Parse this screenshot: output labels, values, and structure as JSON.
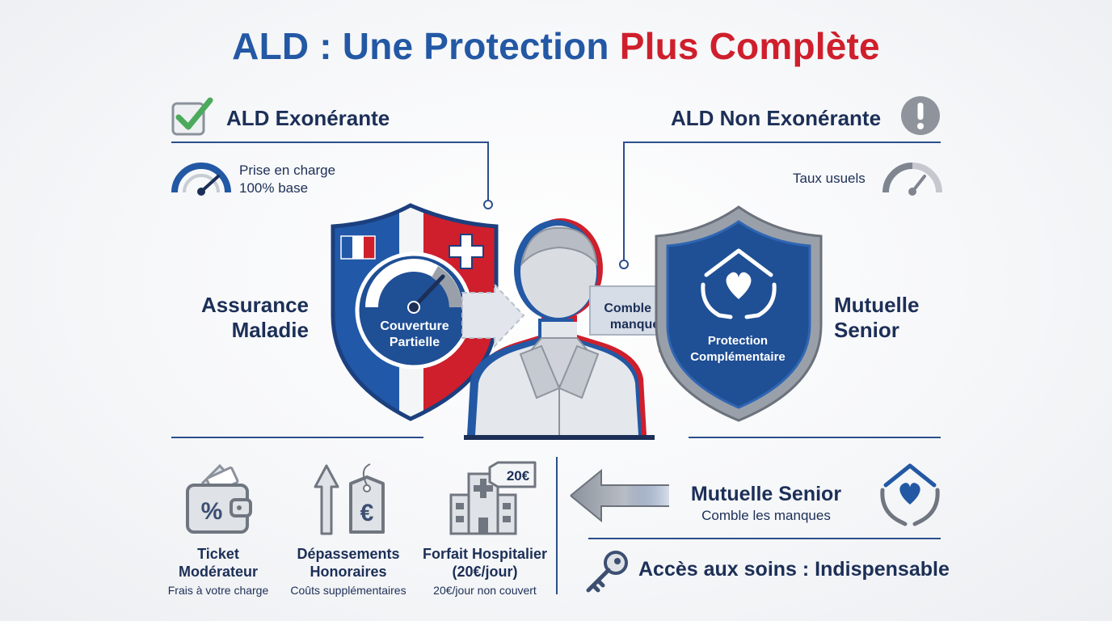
{
  "title": {
    "part1": "ALD : Une Protection",
    "part2": "Plus Complète"
  },
  "left_header": {
    "label": "ALD Exonérante",
    "icon": "check-icon"
  },
  "right_header": {
    "label": "ALD Non Exonérante",
    "icon": "exclamation-icon"
  },
  "left_gauge": {
    "line1": "Prise en charge",
    "line2": "100% base",
    "icon": "gauge-icon"
  },
  "right_gauge": {
    "label": "Taux usuels",
    "icon": "gauge-icon"
  },
  "left_shield": {
    "side_label_1": "Assurance",
    "side_label_2": "Maladie",
    "inner_1": "Couverture",
    "inner_2": "Partielle"
  },
  "arrow_label": {
    "line1": "Comble les",
    "line2": "manques"
  },
  "right_shield": {
    "side_label_1": "Mutuelle",
    "side_label_2": "Senior",
    "inner_1": "Protection",
    "inner_2": "Complémentaire"
  },
  "costs": [
    {
      "title_1": "Ticket",
      "title_2": "Modérateur",
      "sub": "Frais à votre charge",
      "icon": "wallet-percent-icon"
    },
    {
      "title_1": "Dépassements",
      "title_2": "Honoraires",
      "sub": "Coûts supplémentaires",
      "icon": "price-tag-euro-icon"
    },
    {
      "title_1": "Forfait Hospitalier",
      "title_2": "(20€/jour)",
      "sub": "20€/jour non couvert",
      "tag": "20€",
      "icon": "hospital-icon"
    }
  ],
  "mutuelle_box": {
    "title": "Mutuelle Senior",
    "sub": "Comble les manques",
    "icon": "hands-heart-icon"
  },
  "access": {
    "label": "Accès aux soins : Indispensable",
    "icon": "key-icon"
  },
  "colors": {
    "blue": "#2358a4",
    "navy": "#1c2f57",
    "red": "#cf1f2c",
    "grey": "#9aa0aa"
  }
}
